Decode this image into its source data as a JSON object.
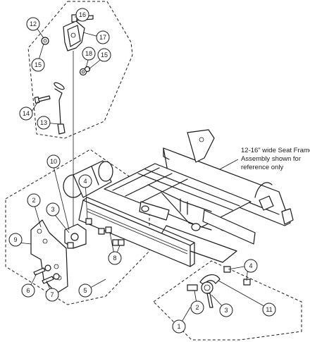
{
  "callouts": [
    {
      "id": "c1",
      "label": "1"
    },
    {
      "id": "c2a",
      "label": "2"
    },
    {
      "id": "c2b",
      "label": "2"
    },
    {
      "id": "c3a",
      "label": "3"
    },
    {
      "id": "c3b",
      "label": "3"
    },
    {
      "id": "c4a",
      "label": "4"
    },
    {
      "id": "c4b",
      "label": "4"
    },
    {
      "id": "c5",
      "label": "5"
    },
    {
      "id": "c6",
      "label": "6"
    },
    {
      "id": "c7",
      "label": "7"
    },
    {
      "id": "c8",
      "label": "8"
    },
    {
      "id": "c9",
      "label": "9"
    },
    {
      "id": "c10",
      "label": "10"
    },
    {
      "id": "c11",
      "label": "11"
    },
    {
      "id": "c12",
      "label": "12"
    },
    {
      "id": "c13",
      "label": "13"
    },
    {
      "id": "c14",
      "label": "14"
    },
    {
      "id": "c15a",
      "label": "15"
    },
    {
      "id": "c15b",
      "label": "15"
    },
    {
      "id": "c16",
      "label": "16"
    },
    {
      "id": "c17",
      "label": "17"
    },
    {
      "id": "c18",
      "label": "18"
    }
  ],
  "note": {
    "line1": "12-16\" wide Seat Frame",
    "line2": "Assembly shown for",
    "line3": "reference only"
  }
}
